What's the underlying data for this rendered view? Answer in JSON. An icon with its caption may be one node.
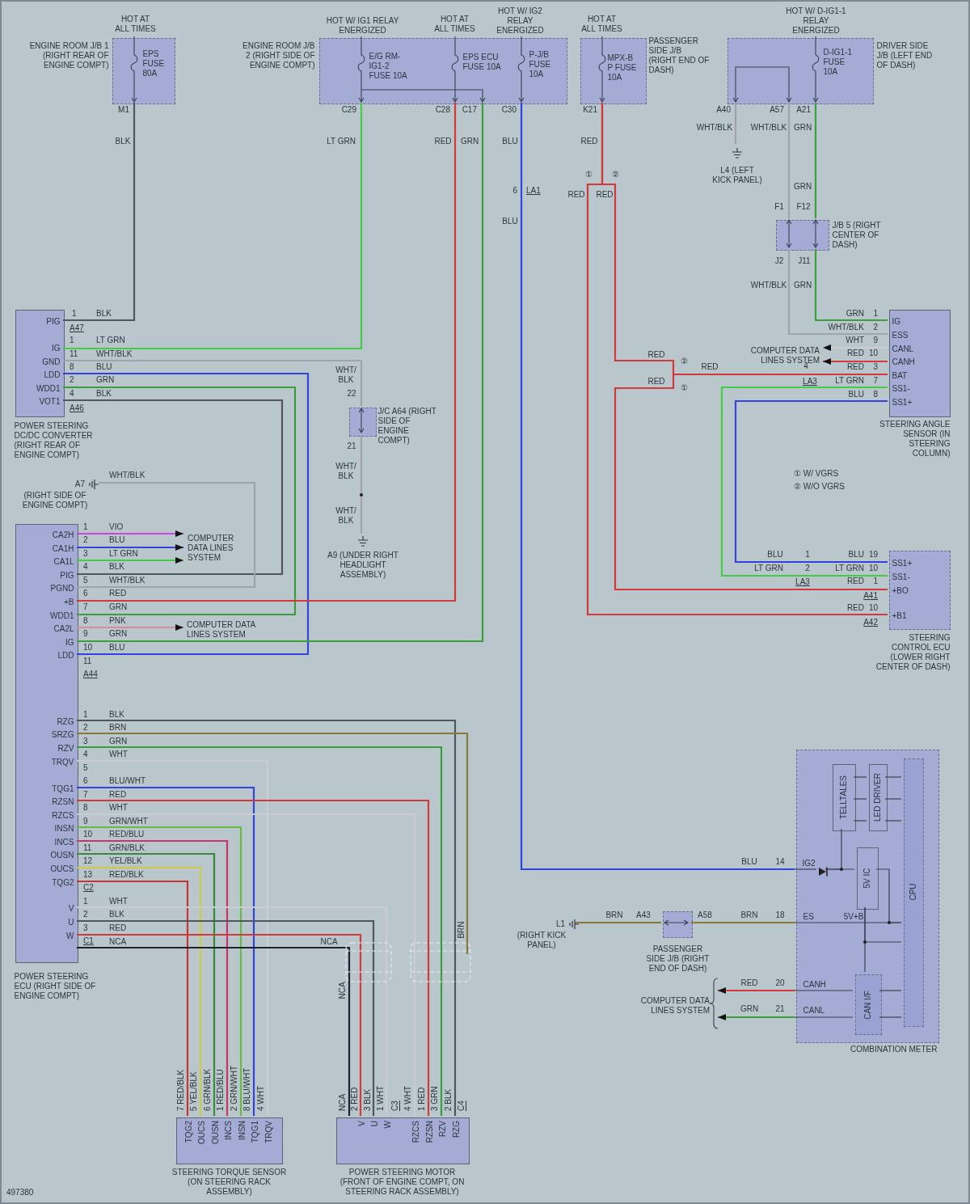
{
  "diagram": {
    "nodes": [
      {
        "text": [
          "HOT AT ALL TIMES",
          "EPS FUSE 80A"
        ],
        "beside": [
          "ENGINE ROOM J/B 1 (RIGHT REAR OF ENGINE COMPT)"
        ]
      },
      {
        "text": [
          "HOT W/ IG1 RELAY ENERGIZED",
          "E/G RM-IG1-2 FUSE 10A",
          "HOT AT ALL TIMES",
          "EPS ECU FUSE 10A",
          "HOT W/ IG2 RELAY ENERGIZED",
          "P-J/B FUSE 10A"
        ],
        "beside": [
          "ENGINE ROOM J/B 2 (RIGHT SIDE OF ENGINE COMPT)"
        ]
      },
      {
        "text": [
          "HOT AT ALL TIMES",
          "MPX-B P FUSE 10A"
        ],
        "beside": [
          "PASSENGER SIDE J/B (RIGHT END OF DASH)"
        ]
      },
      {
        "text": [
          "HOT W/ D-IG1-1 RELAY ENERGIZED",
          "D-IG1-1 FUSE 10A"
        ],
        "beside": [
          "DRIVER SIDE J/B (LEFT END OF DASH)"
        ]
      },
      {
        "text": [
          "L4 (LEFT KICK PANEL)"
        ]
      },
      {
        "text": [],
        "shape": "box",
        "beside": [
          "J/B 5 (RIGHT CENTER OF DASH)"
        ]
      },
      {
        "text": [
          "PIG",
          "IG",
          "GND",
          "LDD",
          "WDD1",
          "VOT1"
        ],
        "beside": [
          "POWER STEERING DC/DC CONVERTER (RIGHT REAR OF ENGINE COMPT)"
        ]
      },
      {
        "text": [],
        "shape": "box",
        "beside": [
          "J/C A64 (RIGHT SIDE OF ENGINE COMPT)"
        ]
      },
      {
        "text": [
          "A9 (UNDER RIGHT HEADLIGHT ASSEMBLY)"
        ]
      },
      {
        "text": [
          "A7",
          "(RIGHT SIDE OF ENGINE COMPT)"
        ]
      },
      {
        "text": [
          "CA2H",
          "CA1H",
          "CA1L",
          "PIG",
          "PGND",
          "+B",
          "WDD1",
          "CA2L",
          "IG",
          "LDD",
          "RZG",
          "SRZG",
          "RZV",
          "TRQV",
          "TQG1",
          "RZSN",
          "RZCS",
          "INSN",
          "INCS",
          "OUSN",
          "OUCS",
          "TQG2",
          "V",
          "U",
          "W"
        ],
        "beside": [
          "POWER STEERING ECU (RIGHT SIDE OF ENGINE COMPT)"
        ]
      },
      {
        "text": [
          "COMPUTER DATA LINES SYSTEM"
        ]
      },
      {
        "text": [
          "COMPUTER DATA LINES SYSTEM"
        ]
      },
      {
        "text": [
          "IG",
          "ESS",
          "CANL",
          "CANH",
          "BAT",
          "SS1-",
          "SS1+"
        ],
        "beside": [
          "STEERING ANGLE SENSOR (IN STEERING COLUMN)"
        ]
      },
      {
        "text": [
          "COMPUTER DATA LINES SYSTEM"
        ]
      },
      {
        "text": [
          "SS1+",
          "SS1-",
          "+BO",
          "+B1"
        ],
        "beside": [
          "STEERING CONTROL ECU (LOWER RIGHT CENTER OF DASH)"
        ]
      },
      {
        "text": [
          "TQG2",
          "OUCS",
          "OUSN",
          "INCS",
          "INSN",
          "TQG1",
          "TRQV"
        ],
        "beside": [
          "STEERING TORQUE SENSOR (ON STEERING RACK ASSEMBLY)"
        ]
      },
      {
        "text": [
          "V",
          "U",
          "W",
          "RZCS",
          "RZSN",
          "RZV",
          "RZG"
        ],
        "beside": [
          "POWER STEERING MOTOR (FRONT OF ENGINE COMPT, ON STEERING RACK ASSEMBLY)"
        ]
      },
      {
        "text": [
          "L1",
          "(RIGHT KICK PANEL)"
        ]
      },
      {
        "text": [],
        "shape": "box",
        "beside": [
          "PASSENGER SIDE J/B (RIGHT END OF DASH)"
        ]
      },
      {
        "text": [
          "IG2",
          "ES",
          "5V+B",
          "CANH",
          "CANL"
        ],
        "beside": [
          "COMBINATION METER"
        ]
      },
      {
        "text": [
          "TELLTALES"
        ],
        "in": 20
      },
      {
        "text": [
          "LED DRIVER"
        ],
        "in": 20
      },
      {
        "text": [
          "CPU"
        ],
        "in": 20
      },
      {
        "text": [
          "5V IC"
        ],
        "in": 20
      },
      {
        "text": [
          "CAN I/F"
        ],
        "in": 20
      },
      {
        "text": [
          "COMPUTER DATA LINES SYSTEM"
        ]
      },
      {
        "text": [],
        "shape": "diode",
        "in": 20
      }
    ],
    "edges": [
      {
        "from": 0,
        "to": 6,
        "arrow": "none",
        "color": "#50565c"
      },
      {
        "from": 1,
        "to": 6,
        "arrow": "none",
        "color": "#44cc44"
      },
      {
        "from": 6,
        "to": 7,
        "arrow": "none",
        "color": "#9ea4aa"
      },
      {
        "from": 7,
        "to": 8,
        "arrow": "none",
        "color": "#9ea4aa"
      },
      {
        "from": 6,
        "to": 10,
        "arrow": "none",
        "color": "#3344dd"
      },
      {
        "from": 6,
        "to": 10,
        "arrow": "none",
        "color": "#3a9f3a"
      },
      {
        "from": 6,
        "to": 10,
        "arrow": "none",
        "color": "#50565c"
      },
      {
        "from": 9,
        "to": 10,
        "arrow": "none",
        "color": "#9ea4aa"
      },
      {
        "from": 10,
        "to": 11,
        "arrow": "to",
        "color": "#cc44dd"
      },
      {
        "from": 10,
        "to": 11,
        "arrow": "to",
        "color": "#3344dd"
      },
      {
        "from": 10,
        "to": 11,
        "arrow": "to",
        "color": "#44cc44"
      },
      {
        "from": 10,
        "to": 12,
        "arrow": "to",
        "color": "#d98aa0"
      },
      {
        "from": 1,
        "to": 10,
        "arrow": "none",
        "color": "#d23a3a"
      },
      {
        "from": 1,
        "to": 10,
        "arrow": "none",
        "color": "#3a9f3a"
      },
      {
        "from": 1,
        "to": 20,
        "arrow": "none",
        "color": "#3344dd"
      },
      {
        "from": 2,
        "to": 15,
        "arrow": "none",
        "color": "#d23a3a"
      },
      {
        "from": 2,
        "to": 13,
        "arrow": "none",
        "color": "#d23a3a"
      },
      {
        "from": 15,
        "to": 13,
        "arrow": "none",
        "color": "#d23a3a"
      },
      {
        "from": 3,
        "to": 4,
        "arrow": "none",
        "color": "#9ea4aa"
      },
      {
        "from": 3,
        "to": 5,
        "arrow": "none",
        "color": "#9ea4aa"
      },
      {
        "from": 3,
        "to": 5,
        "arrow": "none",
        "color": "#3a9f3a"
      },
      {
        "from": 5,
        "to": 13,
        "arrow": "none",
        "color": "#9ea4aa"
      },
      {
        "from": 5,
        "to": 13,
        "arrow": "none",
        "color": "#3a9f3a"
      },
      {
        "from": 13,
        "to": 14,
        "arrow": "to",
        "color": "#c9cdd2"
      },
      {
        "from": 13,
        "to": 14,
        "arrow": "to",
        "color": "#d23a3a"
      },
      {
        "from": 13,
        "to": 15,
        "arrow": "none",
        "color": "#44cc44"
      },
      {
        "from": 13,
        "to": 15,
        "arrow": "none",
        "color": "#3344dd"
      },
      {
        "from": 10,
        "to": 17,
        "arrow": "none",
        "color": "#50565c"
      },
      {
        "from": 10,
        "to": null,
        "arrow": "none",
        "color": "#8a7a3a"
      },
      {
        "from": 10,
        "to": 17,
        "arrow": "none",
        "color": "#3a9f3a"
      },
      {
        "from": 10,
        "to": 16,
        "arrow": "none",
        "color": "#c9cdd2"
      },
      {
        "from": 10,
        "to": 16,
        "arrow": "none",
        "color": "#3344dd"
      },
      {
        "from": 10,
        "to": 17,
        "arrow": "none",
        "color": "#d23a3a"
      },
      {
        "from": 10,
        "to": 17,
        "arrow": "none",
        "color": "#c9cdd2"
      },
      {
        "from": 10,
        "to": 16,
        "arrow": "none",
        "color": "#66bb44"
      },
      {
        "from": 10,
        "to": 16,
        "arrow": "none",
        "color": "#cc3366"
      },
      {
        "from": 10,
        "to": 16,
        "arrow": "none",
        "color": "#3a8a3a"
      },
      {
        "from": 10,
        "to": 16,
        "arrow": "none",
        "color": "#cccc44"
      },
      {
        "from": 10,
        "to": 16,
        "arrow": "none",
        "color": "#cc3333"
      },
      {
        "from": 10,
        "to": 17,
        "arrow": "none",
        "color": "#c9cdd2"
      },
      {
        "from": 10,
        "to": 17,
        "arrow": "none",
        "color": "#50565c"
      },
      {
        "from": 10,
        "to": 17,
        "arrow": "none",
        "color": "#d23a3a"
      },
      {
        "from": 10,
        "to": 17,
        "arrow": "none",
        "color": "#1e2226"
      },
      {
        "from": 18,
        "to": 19,
        "arrow": "none",
        "color": "#8a7a3a"
      },
      {
        "from": 19,
        "to": 20,
        "arrow": "none",
        "color": "#8a7a3a"
      },
      {
        "from": 20,
        "to": 26,
        "arrow": "to",
        "color": "#d23a3a"
      },
      {
        "from": 20,
        "to": 26,
        "arrow": "to",
        "color": "#3a9f3a"
      },
      {
        "from": 20,
        "to": 27,
        "arrow": "none",
        "color": "#3a4050"
      },
      {
        "from": 27,
        "to": 24,
        "arrow": "none",
        "color": "#3a4050"
      },
      {
        "from": 21,
        "to": 22,
        "arrow": "none",
        "color": "#3a4050"
      },
      {
        "from": 21,
        "to": 22,
        "arrow": "none",
        "color": "#3a4050"
      },
      {
        "from": 21,
        "to": 22,
        "arrow": "none",
        "color": "#3a4050"
      },
      {
        "from": 22,
        "to": 23,
        "arrow": "none",
        "color": "#3a4050"
      },
      {
        "from": 22,
        "to": 23,
        "arrow": "none",
        "color": "#3a4050"
      },
      {
        "from": 22,
        "to": 23,
        "arrow": "none",
        "color": "#3a4050"
      },
      {
        "from": 20,
        "to": 23,
        "arrow": "none",
        "color": "#3a4050"
      },
      {
        "from": 24,
        "to": 23,
        "arrow": "none",
        "color": "#3a4050"
      },
      {
        "from": 24,
        "to": 25,
        "arrow": "none",
        "color": "#3a4050"
      },
      {
        "from": 20,
        "to": 25,
        "arrow": "none",
        "color": "#3a4050"
      },
      {
        "from": 20,
        "to": 25,
        "arrow": "none",
        "color": "#3a4050"
      },
      {
        "from": 25,
        "to": 23,
        "arrow": "none",
        "color": "#3a4050"
      },
      {
        "from": 25,
        "to": 23,
        "arrow": "none",
        "color": "#3a4050"
      },
      {
        "from": 27,
        "to": 21,
        "arrow": "none",
        "color": "#3a4050"
      },
      {
        "from": 24,
        "to": 23,
        "arrow": "none",
        "color": "#3a4050"
      }
    ],
    "labels": [
      "M1",
      "C29",
      "C28",
      "C17",
      "C30",
      "K21",
      "A40",
      "A57",
      "A21",
      "BLK",
      "LT GRN",
      "RED",
      "GRN",
      "BLU",
      "RED",
      "WHT/BLK",
      "WHT/BLK",
      "GRN",
      "①",
      "②",
      "6",
      "LA1",
      "RED",
      "RED",
      "GRN",
      "F1",
      "F12",
      "BLU",
      "J2",
      "J11",
      "WHT/BLK",
      "GRN",
      "1",
      "BLK",
      "GRN",
      "1",
      "A47",
      "WHT/BLK",
      "2",
      "1",
      "LT GRN",
      "WHT",
      "9",
      "11",
      "WHT/BLK",
      "RED",
      "RED",
      "10",
      "8",
      "BLU",
      "②",
      "RED",
      "4",
      "RED",
      "3",
      "WHT/ BLK",
      "2",
      "GRN",
      "RED",
      "LA3",
      "LT GRN",
      "7",
      "①",
      "4",
      "BLK",
      "22",
      "BLU",
      "8",
      "A46",
      "21",
      "WHT/ BLK",
      "WHT/BLK",
      "① W/ VGRS",
      "② W/O VGRS",
      "WHT/ BLK",
      "1",
      "VIO",
      "2",
      "BLU",
      "3",
      "LT GRN",
      "4",
      "BLK",
      "5",
      "WHT/BLK",
      "6",
      "RED",
      "7",
      "GRN",
      "8",
      "PNK",
      "9",
      "GRN",
      "10",
      "BLU",
      "11",
      "A44",
      "BLU",
      "1",
      "BLU",
      "19",
      "LT GRN",
      "2",
      "LT GRN",
      "10",
      "LA3",
      "RED",
      "1",
      "A41",
      "RED",
      "10",
      "A42",
      "1",
      "BLK",
      "2",
      "BRN",
      "3",
      "GRN",
      "4",
      "WHT",
      "5",
      "6",
      "BLU/WHT",
      "7",
      "RED",
      "8",
      "WHT",
      "9",
      "GRN/WHT",
      "10",
      "RED/BLU",
      "11",
      "GRN/BLK",
      "12",
      "YEL/BLK",
      "13",
      "RED/BLK",
      "C2",
      "BLU",
      "14",
      "1",
      "WHT",
      "2",
      "BLK",
      "BRN",
      "A43",
      "A58",
      "BRN",
      "18",
      "3",
      "RED",
      "BRN",
      "C1",
      "NCA",
      "NCA",
      "RED",
      "20",
      "NCA",
      "GRN",
      "21",
      "7 RED/BLK",
      "5 YEL/BLK",
      "6 GRN/BLK",
      "1 RED/BLU",
      "2 GRN/WHT",
      "8 BLU/WHT",
      "4 WHT",
      "NCA",
      "2 RED",
      "3 BLK",
      "1 WHT",
      "C3",
      "4 WHT",
      "1 RED",
      "3 GRN",
      "2 BLK",
      "C4",
      "497380"
    ]
  }
}
